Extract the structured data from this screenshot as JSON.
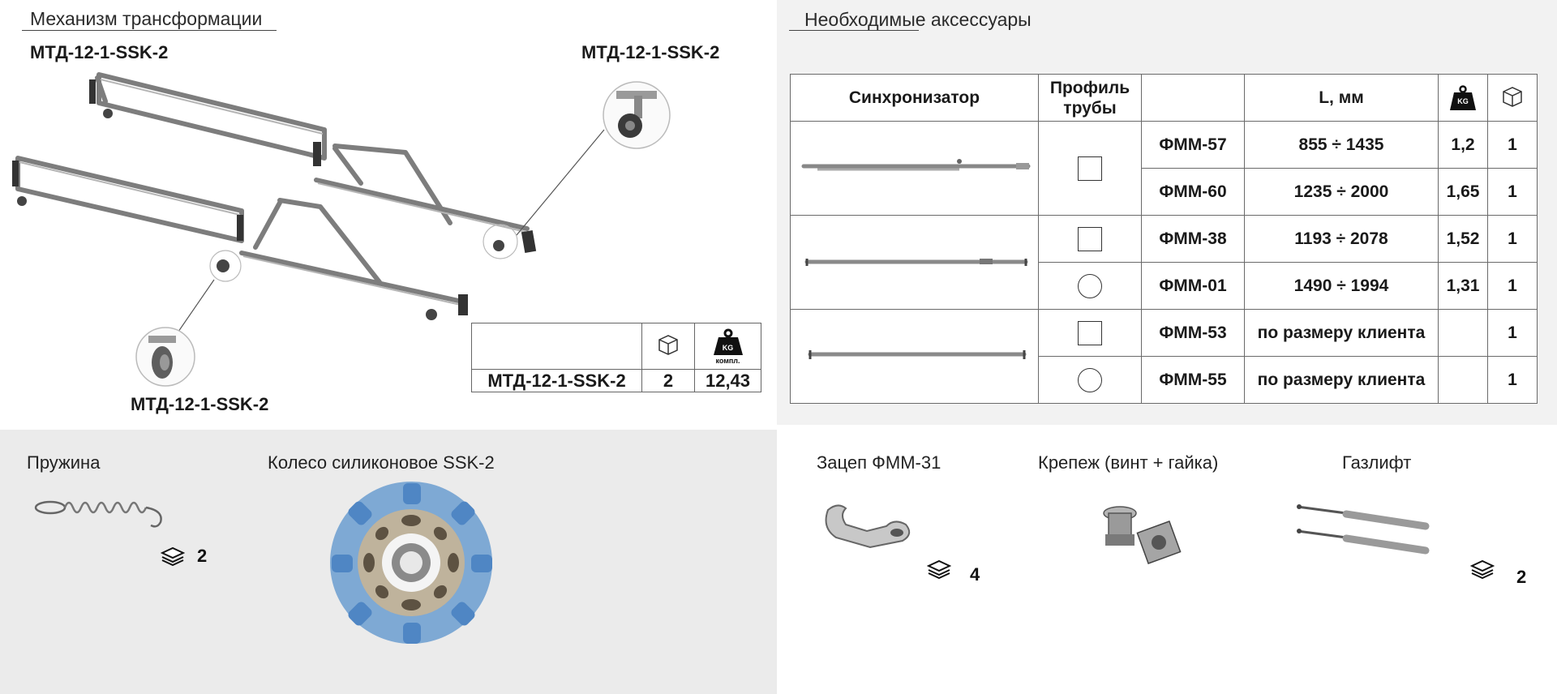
{
  "left_section": {
    "title": "Механизм трансформации",
    "callout_top_left": "МТД-12-1-SSK-2",
    "callout_top_right": "МТД-12-1-SSK-2",
    "callout_bottom": "МТД-12-1-SSK-2",
    "spec_table": {
      "weight_icon_text": "KG",
      "weight_caption": "компл.",
      "row": {
        "model": "МТД-12-1-SSK-2",
        "boxes": "2",
        "weight": "12,43"
      }
    }
  },
  "right_section": {
    "title": "Необходимые аксессуары",
    "table": {
      "headers": {
        "sync": "Синхронизатор",
        "profile": "Профиль трубы",
        "code": "",
        "length": "L, мм",
        "weight_icon_text": "KG"
      },
      "rows": [
        {
          "code": "ФММ-57",
          "length": "855 ÷ 1435",
          "weight": "1,2",
          "qty": "1",
          "profile": "square"
        },
        {
          "code": "ФММ-60",
          "length": "1235 ÷ 2000",
          "weight": "1,65",
          "qty": "1",
          "profile": ""
        },
        {
          "code": "ФММ-38",
          "length": "1193 ÷ 2078",
          "weight": "1,52",
          "qty": "1",
          "profile": "square"
        },
        {
          "code": "ФММ-01",
          "length": "1490  ÷ 1994",
          "weight": "1,31",
          "qty": "1",
          "profile": "round"
        },
        {
          "code": "ФММ-53",
          "length": "по размеру клиента",
          "weight": "",
          "qty": "1",
          "profile": "square"
        },
        {
          "code": "ФММ-55",
          "length": "по размеру клиента",
          "weight": "",
          "qty": "1",
          "profile": "round"
        }
      ]
    }
  },
  "bottom_items": {
    "spring": {
      "label": "Пружина",
      "qty": "2"
    },
    "wheel": {
      "label": "Колесо силиконовое SSK-2"
    },
    "hook": {
      "label": "Зацеп ФММ-31",
      "qty": "4"
    },
    "fastener": {
      "label": "Крепеж (винт + гайка)"
    },
    "gaslift": {
      "label": "Газлифт",
      "qty": "2"
    }
  },
  "colors": {
    "frame": "#8a8a8a",
    "frame_dark": "#3c3c3c",
    "wheel_blue": "#6b9ecf",
    "wheel_hub": "#b9ae98",
    "panel_grey": "#ebebeb"
  }
}
